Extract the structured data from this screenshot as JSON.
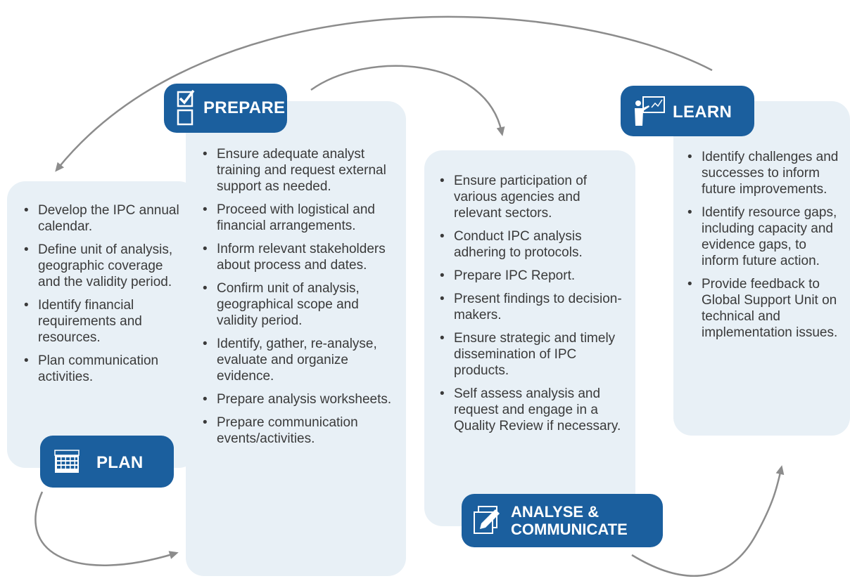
{
  "plan": {
    "title": "PLAN",
    "items": [
      "Develop the IPC annual calendar.",
      "Define unit of analysis, geographic coverage and the validity period.",
      "Identify financial requirements and resources.",
      "Plan communication activities."
    ]
  },
  "prepare": {
    "title": "PREPARE",
    "items": [
      "Ensure adequate analyst training and request external support as needed.",
      "Proceed with logistical and financial arrangements.",
      "Inform relevant stakeholders about process and dates.",
      "Confirm unit of analysis, geographical scope and validity period.",
      "Identify, gather, re-analyse, evaluate and organize evidence.",
      "Prepare analysis worksheets.",
      "Prepare communication events/activities."
    ]
  },
  "analyse": {
    "title_line1": "ANALYSE &",
    "title_line2": "COMMUNICATE",
    "items": [
      "Ensure participation of various agencies and relevant sectors.",
      "Conduct IPC analysis adhering to protocols.",
      "Prepare IPC Report.",
      "Present findings to decision-makers.",
      "Ensure strategic and timely dissemination of IPC products.",
      "Self assess analysis and request and engage in a Quality Review  if necessary."
    ]
  },
  "learn": {
    "title": "LEARN",
    "items": [
      "Identify challenges and successes to inform future improvements.",
      "Identify resource gaps, including capacity and evidence gaps, to inform future action.",
      "Provide feedback to Global Support Unit on technical and implementation issues."
    ]
  },
  "colors": {
    "badge": "#1b5f9e",
    "card": "#e8f0f6",
    "arrow": "#8c8c8c"
  },
  "icons": [
    "checkbox-icon",
    "calendar-icon",
    "edit-document-icon",
    "teacher-board-icon"
  ]
}
